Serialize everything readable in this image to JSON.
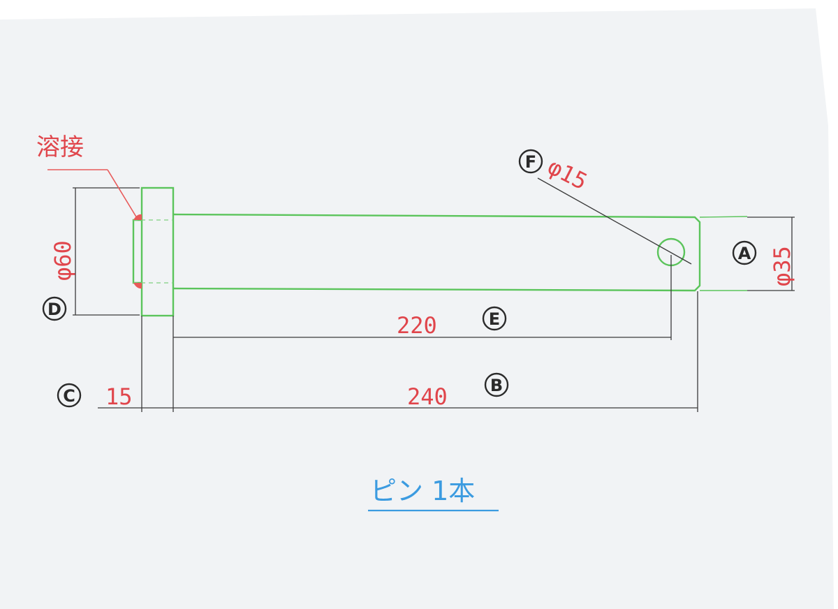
{
  "drawing": {
    "weld_label": "溶接",
    "title": "ピン 1本",
    "dimensions": {
      "overall_length": "240",
      "hole_position": "220",
      "head_thickness": "15",
      "head_diameter": "φ60",
      "shaft_diameter": "φ35",
      "hole_diameter": "φ15"
    },
    "markers": {
      "A": "A",
      "B": "B",
      "C": "C",
      "D": "D",
      "E": "E",
      "F": "F"
    }
  },
  "colors": {
    "outline": "#5bc45b",
    "dimension_text": "#e0454b",
    "leader": "#3a3a3a",
    "title": "#3b9be0",
    "sheet": "#f1f3f5",
    "weld": "#e85a5a"
  }
}
